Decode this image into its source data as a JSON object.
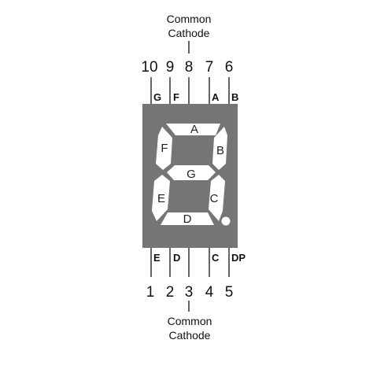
{
  "colors": {
    "body": "#757575",
    "segment": "#ffffff",
    "line": "#000000",
    "text": "#111111"
  },
  "top_common": {
    "line1": "Common",
    "line2": "Cathode"
  },
  "bottom_common": {
    "line1": "Common",
    "line2": "Cathode"
  },
  "top_pins": [
    {
      "number": "10",
      "segment": "G"
    },
    {
      "number": "9",
      "segment": "F"
    },
    {
      "number": "8",
      "segment": ""
    },
    {
      "number": "7",
      "segment": "A"
    },
    {
      "number": "6",
      "segment": "B"
    }
  ],
  "bottom_pins": [
    {
      "number": "1",
      "segment": "E"
    },
    {
      "number": "2",
      "segment": "D"
    },
    {
      "number": "3",
      "segment": ""
    },
    {
      "number": "4",
      "segment": "C"
    },
    {
      "number": "5",
      "segment": "DP"
    }
  ],
  "segments": {
    "a": "A",
    "b": "B",
    "c": "C",
    "d": "D",
    "e": "E",
    "f": "F",
    "g": "G"
  },
  "decimal_point": "DP"
}
